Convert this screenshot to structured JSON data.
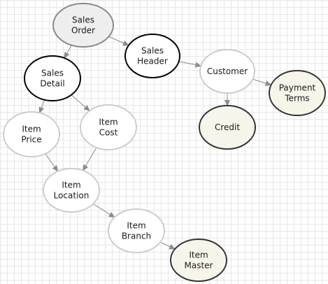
{
  "diagram": {
    "nodes": [
      {
        "id": "sales-order",
        "lines": [
          "Sales",
          "Order"
        ],
        "style": "gray"
      },
      {
        "id": "sales-header",
        "lines": [
          "Sales",
          "Header"
        ],
        "style": "bold"
      },
      {
        "id": "sales-detail",
        "lines": [
          "Sales",
          "Detail"
        ],
        "style": "bold"
      },
      {
        "id": "customer",
        "lines": [
          "Customer"
        ],
        "style": "light"
      },
      {
        "id": "payment-terms",
        "lines": [
          "Payment",
          "Terms"
        ],
        "style": "cream"
      },
      {
        "id": "credit",
        "lines": [
          "Credit"
        ],
        "style": "cream"
      },
      {
        "id": "item-price",
        "lines": [
          "Item",
          "Price"
        ],
        "style": "light"
      },
      {
        "id": "item-cost",
        "lines": [
          "Item",
          "Cost"
        ],
        "style": "light"
      },
      {
        "id": "item-location",
        "lines": [
          "Item",
          "Location"
        ],
        "style": "light"
      },
      {
        "id": "item-branch",
        "lines": [
          "Item",
          "Branch"
        ],
        "style": "light"
      },
      {
        "id": "item-master",
        "lines": [
          "Item",
          "Master"
        ],
        "style": "cream"
      }
    ],
    "edges": [
      {
        "from": "sales-order",
        "to": "sales-header"
      },
      {
        "from": "sales-order",
        "to": "sales-detail"
      },
      {
        "from": "sales-header",
        "to": "customer"
      },
      {
        "from": "customer",
        "to": "payment-terms"
      },
      {
        "from": "customer",
        "to": "credit"
      },
      {
        "from": "sales-detail",
        "to": "item-price"
      },
      {
        "from": "sales-detail",
        "to": "item-cost"
      },
      {
        "from": "item-price",
        "to": "item-location"
      },
      {
        "from": "item-cost",
        "to": "item-location"
      },
      {
        "from": "item-location",
        "to": "item-branch"
      },
      {
        "from": "item-branch",
        "to": "item-master"
      }
    ]
  },
  "colors": {
    "grid": "#e6e6e6",
    "edge": "#8c8c8c",
    "gray_fill": "#eeeeee",
    "gray_stroke": "#8a8a8a",
    "bold_fill": "#ffffff",
    "bold_stroke": "#000000",
    "light_fill": "#ffffff",
    "light_stroke": "#cccccc",
    "cream_fill": "#f7f4ea",
    "cream_stroke": "#333333"
  }
}
